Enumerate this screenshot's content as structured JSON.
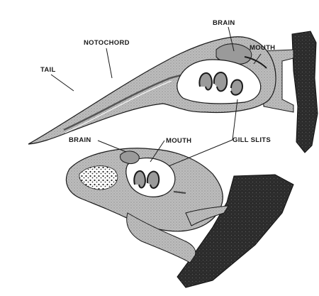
{
  "labels": {
    "tail": "TAIL",
    "notochord": "NOTOCHORD",
    "brain_upper": "BRAIN",
    "mouth_upper": "MOUTH",
    "gill_slits": "GILL SLITS",
    "brain_lower": "BRAIN",
    "mouth_lower": "MOUTH"
  },
  "colors": {
    "body_fill": "#b8b8b8",
    "body_shade": "#8a8a8a",
    "rock": "#2a2a2a",
    "outline": "#1a1a1a",
    "cavity": "#ffffff"
  }
}
